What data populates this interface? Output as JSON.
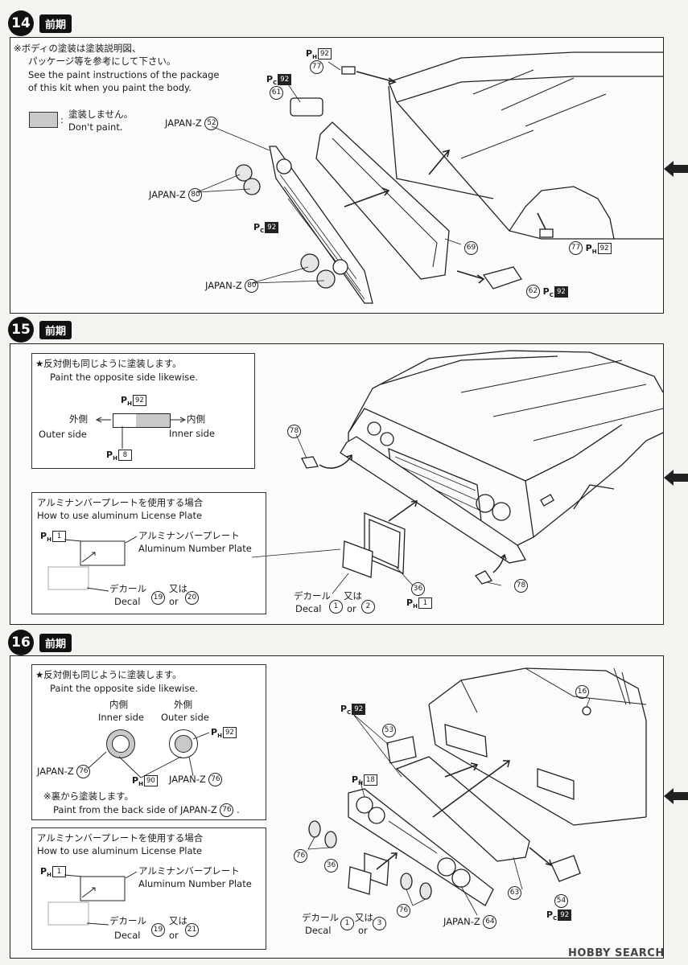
{
  "step14": {
    "number": "14",
    "phase": "前期",
    "note_jp_1": "※ボディの塗装は塗装説明図、",
    "note_jp_2": "パッケージ等を参考にして下さい。",
    "note_en_1": "See the paint instructions of the package",
    "note_en_2": "of this kit when you paint the body.",
    "dontpaint_jp": "塗装しません。",
    "dontpaint_en": "Don't paint.",
    "colon": ":",
    "japanz": "JAPAN-Z",
    "parts": {
      "p52": "52",
      "p80": "80",
      "p77": "77",
      "p61": "61",
      "p69": "69",
      "p62": "62"
    },
    "paint": {
      "ph92": "92",
      "pc92": "92"
    }
  },
  "step15": {
    "number": "15",
    "phase": "前期",
    "box1_jp": "★反対側も同じように塗装します。",
    "box1_en": "Paint the opposite side likewise.",
    "outer_jp": "外側",
    "outer_en": "Outer side",
    "inner_jp": "内側",
    "inner_en": "Inner side",
    "ph92": "92",
    "ph8": "8",
    "box2_jp": "アルミナンバープレートを使用する場合",
    "box2_en": "How to use aluminum License Plate",
    "plate_jp": "アルミナンバープレート",
    "plate_en": "Aluminum Number Plate",
    "ph1": "1",
    "decal_jp": "デカール",
    "decal_en": "Decal",
    "or_jp": "又は",
    "or_en": "or",
    "d19": "19",
    "d20": "20",
    "d1": "1",
    "d2": "2",
    "parts": {
      "p78": "78",
      "p36": "36"
    }
  },
  "step16": {
    "number": "16",
    "phase": "前期",
    "box1_jp": "★反対側も同じように塗装します。",
    "box1_en": "Paint the opposite side likewise.",
    "inner_jp": "内側",
    "inner_en": "Inner side",
    "outer_jp": "外側",
    "outer_en": "Outer side",
    "japanz": "JAPAN-Z",
    "ph92": "92",
    "ph90": "90",
    "back_jp": "※裏から塗装します。",
    "back_en": "Paint from the back side of JAPAN-Z",
    "box2_jp": "アルミナンバープレートを使用する場合",
    "box2_en": "How to use aluminum License Plate",
    "plate_jp": "アルミナンバープレート",
    "plate_en": "Aluminum Number Plate",
    "ph1": "1",
    "decal_jp": "デカール",
    "decal_en": "Decal",
    "or_jp": "又は",
    "or_en": "or",
    "d19": "19",
    "d21": "21",
    "d1": "1",
    "d3": "3",
    "pc92": "92",
    "ph18": "18",
    "parts": {
      "p16": "16",
      "p53": "53",
      "p76": "76",
      "p36": "36",
      "p63": "63",
      "p54": "54",
      "p64": "64"
    }
  },
  "watermark": "HOBBY SEARCH",
  "colors": {
    "ink": "#1a1a1a",
    "paper": "#f4f3f0",
    "gray_fill": "#c9c9c9"
  }
}
